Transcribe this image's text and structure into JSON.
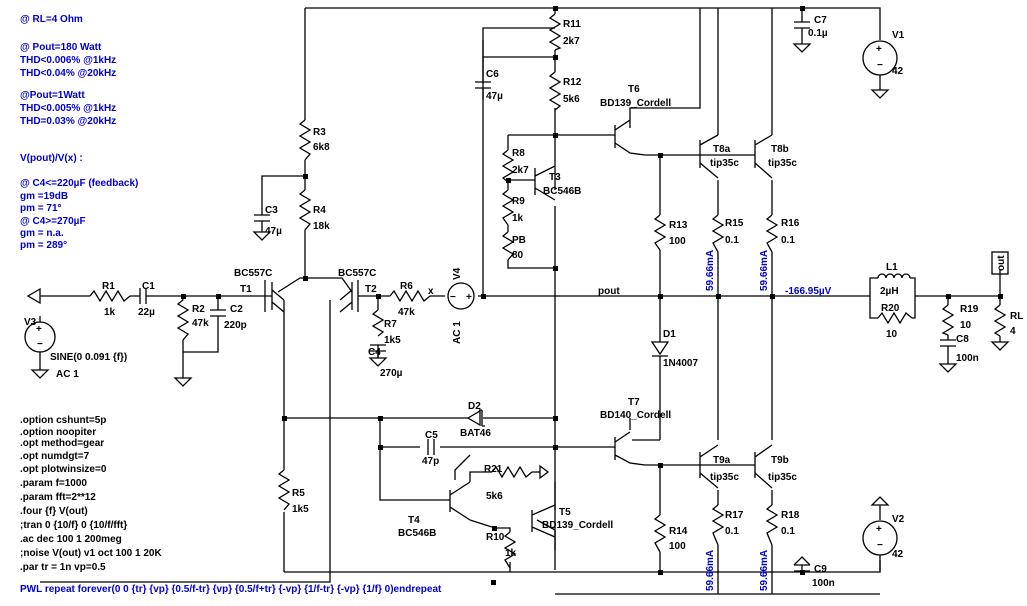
{
  "notes": [
    "@ RL=4 Ohm",
    "@ Pout=180 Watt",
    "THD<0.006% @1kHz",
    "THD<0.04% @20kHz",
    "@Pout=1Watt",
    "THD<0.005% @1kHz",
    "THD=0.03% @20kHz",
    "V(pout)/V(x) :",
    "@ C4<=220µF  (feedback)",
    "gm =19dB",
    "pm = 71°",
    "@ C4>=270µF",
    "gm = n.a.",
    "pm = 289°"
  ],
  "directives": [
    ".option cshunt=5p",
    ".option noopiter",
    ".opt method=gear",
    ".opt numdgt=7",
    ".opt plotwinsize=0",
    ".param f=1000",
    ".param fft=2**12",
    ".four {f} V(out)",
    ";tran 0 {10/f} 0 {10/f/fft}",
    ".ac dec 100 1 200meg",
    ";noise V(out) v1 oct 100 1 20K",
    ".par tr = 1n  vp=0.5",
    "PWL repeat forever(0 0 {tr} {vp} {0.5/f-tr} {vp} {0.5/f+tr} {-vp} {1/f-tr} {-vp} {1/f} 0)endrepeat"
  ],
  "components": {
    "R1": {
      "name": "R1",
      "value": "1k"
    },
    "C1": {
      "name": "C1",
      "value": "22µ"
    },
    "R2": {
      "name": "R2",
      "value": "47k"
    },
    "C2": {
      "name": "C2",
      "value": "220p"
    },
    "R3": {
      "name": "R3",
      "value": "6k8"
    },
    "C3": {
      "name": "C3",
      "value": "47µ"
    },
    "R4": {
      "name": "R4",
      "value": "18k"
    },
    "T1": {
      "name": "T1",
      "model": "BC557C"
    },
    "T2": {
      "name": "T2",
      "model": "BC557C"
    },
    "R6": {
      "name": "R6",
      "value": "47k"
    },
    "R7": {
      "name": "R7",
      "value": "1k5"
    },
    "C4": {
      "name": "C4",
      "value": "270µ"
    },
    "V4": {
      "name": "V4",
      "value": "AC 1"
    },
    "R5": {
      "name": "R5",
      "value": "1k5"
    },
    "V3": {
      "name": "V3",
      "value": "SINE(0 0.091 {f})",
      "ac": "AC 1"
    },
    "R11": {
      "name": "R11",
      "value": "2k7"
    },
    "R12": {
      "name": "R12",
      "value": "5k6"
    },
    "C6": {
      "name": "C6",
      "value": "47µ"
    },
    "R8": {
      "name": "R8",
      "value": "2k7"
    },
    "R9": {
      "name": "R9",
      "value": "1k"
    },
    "PB": {
      "name": "PB",
      "value": "80"
    },
    "T3": {
      "name": "T3",
      "model": "BC546B"
    },
    "T6": {
      "name": "T6",
      "model": "BD139_Cordell"
    },
    "R13": {
      "name": "R13",
      "value": "100"
    },
    "D1": {
      "name": "D1",
      "model": "1N4007"
    },
    "T7": {
      "name": "T7",
      "model": "BD140_Cordell"
    },
    "R14": {
      "name": "R14",
      "value": "100"
    },
    "D2": {
      "name": "D2",
      "model": "BAT46"
    },
    "C5": {
      "name": "C5",
      "value": "47p"
    },
    "R21": {
      "name": "R21",
      "value": "5k6"
    },
    "T4": {
      "name": "T4",
      "model": "BC546B"
    },
    "T5": {
      "name": "T5",
      "model": "BD139_Cordell"
    },
    "R10": {
      "name": "R10",
      "value": "1k"
    },
    "T8a": {
      "name": "T8a",
      "model": "tip35c"
    },
    "T8b": {
      "name": "T8b",
      "model": "tip35c"
    },
    "T9a": {
      "name": "T9a",
      "model": "tip35c"
    },
    "T9b": {
      "name": "T9b",
      "model": "tip35c"
    },
    "R15": {
      "name": "R15",
      "value": "0.1"
    },
    "R16": {
      "name": "R16",
      "value": "0.1"
    },
    "R17": {
      "name": "R17",
      "value": "0.1"
    },
    "R18": {
      "name": "R18",
      "value": "0.1"
    },
    "C7": {
      "name": "C7",
      "value": "0.1µ"
    },
    "V1": {
      "name": "V1",
      "value": "42"
    },
    "C9": {
      "name": "C9",
      "value": "100n"
    },
    "V2": {
      "name": "V2",
      "value": "42"
    },
    "L1": {
      "name": "L1",
      "value": "2µH"
    },
    "R20": {
      "name": "R20",
      "value": "10"
    },
    "R19": {
      "name": "R19",
      "value": "10"
    },
    "C8": {
      "name": "C8",
      "value": "100n"
    },
    "RL": {
      "name": "RL",
      "value": "4"
    }
  },
  "nets": {
    "x": "x",
    "pout": "pout",
    "out": "out"
  },
  "probes": {
    "i1": "59.66mA",
    "i2": "59.66mA",
    "i3": "59.66mA",
    "i4": "59.66mA",
    "vout": "-166.95µV"
  }
}
